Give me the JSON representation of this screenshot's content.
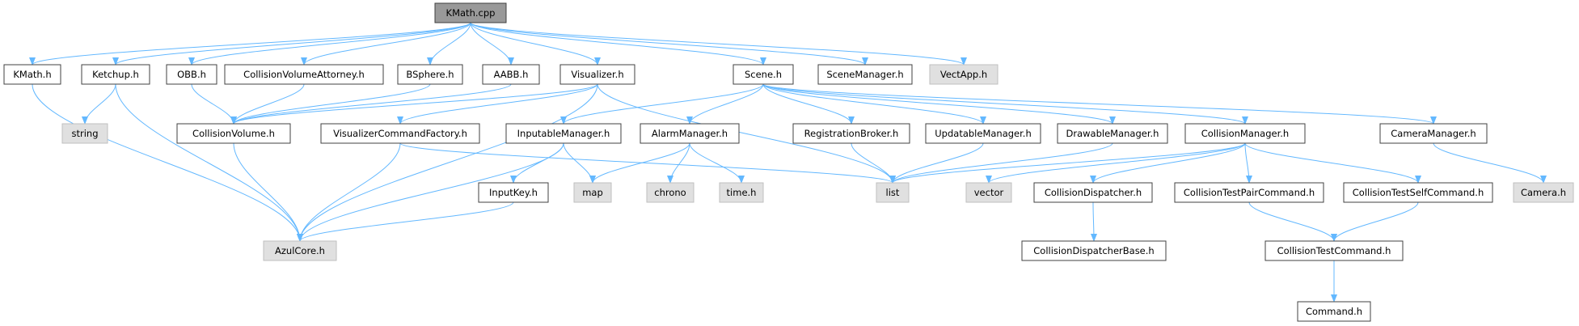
{
  "colors": {
    "edge": "#63b8ff",
    "border_header": "#404040",
    "border_system": "#bfbfbf",
    "fill_root": "#999999",
    "fill_header": "#ffffff",
    "fill_system": "#e0e0e0"
  },
  "nodes": [
    {
      "id": "kmath_cpp",
      "label": "KMath.cpp",
      "kind": "root"
    },
    {
      "id": "kmath_h",
      "label": "KMath.h",
      "kind": "header"
    },
    {
      "id": "ketchup_h",
      "label": "Ketchup.h",
      "kind": "header"
    },
    {
      "id": "obb_h",
      "label": "OBB.h",
      "kind": "header"
    },
    {
      "id": "cva_h",
      "label": "CollisionVolumeAttorney.h",
      "kind": "header"
    },
    {
      "id": "bsphere_h",
      "label": "BSphere.h",
      "kind": "header"
    },
    {
      "id": "aabb_h",
      "label": "AABB.h",
      "kind": "header"
    },
    {
      "id": "visualizer_h",
      "label": "Visualizer.h",
      "kind": "header"
    },
    {
      "id": "scene_h",
      "label": "Scene.h",
      "kind": "header"
    },
    {
      "id": "scenemanager_h",
      "label": "SceneManager.h",
      "kind": "header"
    },
    {
      "id": "vectapp_h",
      "label": "VectApp.h",
      "kind": "system"
    },
    {
      "id": "string",
      "label": "string",
      "kind": "system"
    },
    {
      "id": "collisionvolume_h",
      "label": "CollisionVolume.h",
      "kind": "header"
    },
    {
      "id": "vcf_h",
      "label": "VisualizerCommandFactory.h",
      "kind": "header"
    },
    {
      "id": "inputable_h",
      "label": "InputableManager.h",
      "kind": "header"
    },
    {
      "id": "alarm_h",
      "label": "AlarmManager.h",
      "kind": "header"
    },
    {
      "id": "regbroker_h",
      "label": "RegistrationBroker.h",
      "kind": "header"
    },
    {
      "id": "updatable_h",
      "label": "UpdatableManager.h",
      "kind": "header"
    },
    {
      "id": "drawable_h",
      "label": "DrawableManager.h",
      "kind": "header"
    },
    {
      "id": "collisionmgr_h",
      "label": "CollisionManager.h",
      "kind": "header"
    },
    {
      "id": "cameramgr_h",
      "label": "CameraManager.h",
      "kind": "header"
    },
    {
      "id": "map",
      "label": "map",
      "kind": "system"
    },
    {
      "id": "chrono",
      "label": "chrono",
      "kind": "system"
    },
    {
      "id": "time_h",
      "label": "time.h",
      "kind": "system"
    },
    {
      "id": "list",
      "label": "list",
      "kind": "system"
    },
    {
      "id": "vector",
      "label": "vector",
      "kind": "system"
    },
    {
      "id": "inputkey_h",
      "label": "InputKey.h",
      "kind": "header"
    },
    {
      "id": "coldispatcher_h",
      "label": "CollisionDispatcher.h",
      "kind": "header"
    },
    {
      "id": "ctpair_h",
      "label": "CollisionTestPairCommand.h",
      "kind": "header"
    },
    {
      "id": "ctself_h",
      "label": "CollisionTestSelfCommand.h",
      "kind": "header"
    },
    {
      "id": "camera_h",
      "label": "Camera.h",
      "kind": "system"
    },
    {
      "id": "azulcore_h",
      "label": "AzulCore.h",
      "kind": "system"
    },
    {
      "id": "coldispbase_h",
      "label": "CollisionDispatcherBase.h",
      "kind": "header"
    },
    {
      "id": "ctcmd_h",
      "label": "CollisionTestCommand.h",
      "kind": "header"
    },
    {
      "id": "command_h",
      "label": "Command.h",
      "kind": "header"
    }
  ],
  "edges": [
    [
      "kmath_cpp",
      "kmath_h"
    ],
    [
      "kmath_cpp",
      "ketchup_h"
    ],
    [
      "kmath_cpp",
      "obb_h"
    ],
    [
      "kmath_cpp",
      "cva_h"
    ],
    [
      "kmath_cpp",
      "bsphere_h"
    ],
    [
      "kmath_cpp",
      "aabb_h"
    ],
    [
      "kmath_cpp",
      "visualizer_h"
    ],
    [
      "kmath_cpp",
      "scene_h"
    ],
    [
      "kmath_cpp",
      "scenemanager_h"
    ],
    [
      "kmath_cpp",
      "vectapp_h"
    ],
    [
      "kmath_h",
      "azulcore_h"
    ],
    [
      "ketchup_h",
      "string"
    ],
    [
      "ketchup_h",
      "azulcore_h"
    ],
    [
      "obb_h",
      "collisionvolume_h"
    ],
    [
      "cva_h",
      "collisionvolume_h"
    ],
    [
      "bsphere_h",
      "collisionvolume_h"
    ],
    [
      "aabb_h",
      "collisionvolume_h"
    ],
    [
      "visualizer_h",
      "collisionvolume_h"
    ],
    [
      "visualizer_h",
      "vcf_h"
    ],
    [
      "visualizer_h",
      "azulcore_h"
    ],
    [
      "visualizer_h",
      "list"
    ],
    [
      "collisionvolume_h",
      "azulcore_h"
    ],
    [
      "vcf_h",
      "azulcore_h"
    ],
    [
      "vcf_h",
      "list"
    ],
    [
      "scene_h",
      "inputable_h"
    ],
    [
      "scene_h",
      "alarm_h"
    ],
    [
      "scene_h",
      "regbroker_h"
    ],
    [
      "scene_h",
      "updatable_h"
    ],
    [
      "scene_h",
      "drawable_h"
    ],
    [
      "scene_h",
      "collisionmgr_h"
    ],
    [
      "scene_h",
      "cameramgr_h"
    ],
    [
      "inputable_h",
      "map"
    ],
    [
      "inputable_h",
      "inputkey_h"
    ],
    [
      "inputable_h",
      "azulcore_h"
    ],
    [
      "inputkey_h",
      "azulcore_h"
    ],
    [
      "alarm_h",
      "map"
    ],
    [
      "alarm_h",
      "chrono"
    ],
    [
      "alarm_h",
      "time_h"
    ],
    [
      "regbroker_h",
      "list"
    ],
    [
      "updatable_h",
      "list"
    ],
    [
      "drawable_h",
      "list"
    ],
    [
      "collisionmgr_h",
      "list"
    ],
    [
      "collisionmgr_h",
      "vector"
    ],
    [
      "collisionmgr_h",
      "coldispatcher_h"
    ],
    [
      "collisionmgr_h",
      "ctpair_h"
    ],
    [
      "collisionmgr_h",
      "ctself_h"
    ],
    [
      "coldispatcher_h",
      "coldispbase_h"
    ],
    [
      "ctpair_h",
      "ctcmd_h"
    ],
    [
      "ctself_h",
      "ctcmd_h"
    ],
    [
      "ctcmd_h",
      "command_h"
    ],
    [
      "cameramgr_h",
      "camera_h"
    ]
  ]
}
